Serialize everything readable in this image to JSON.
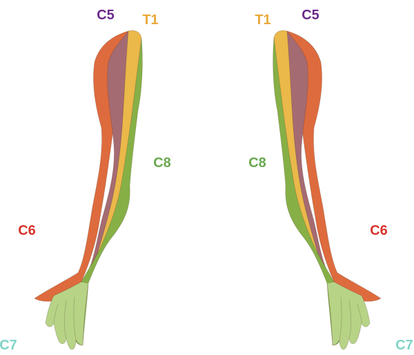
{
  "labels": {
    "left_c5": "C5",
    "left_t1": "T1",
    "left_c8": "C8",
    "left_c6": "C6",
    "left_c7": "C7",
    "right_t1": "T1",
    "right_c5": "C5",
    "right_c8": "C8",
    "right_c6": "C6",
    "right_c7": "C7"
  },
  "colors": {
    "C5": "#6b2a8a",
    "C6": "#d6342c",
    "C7": "#7fd3c7",
    "C8": "#6aa84f",
    "T1": "#e8a93a",
    "zone_c5": "#a56b72",
    "zone_c6": "#de6b3d",
    "zone_c7": "#b7d386",
    "zone_c8": "#86b046",
    "zone_t1": "#ebb84a"
  }
}
